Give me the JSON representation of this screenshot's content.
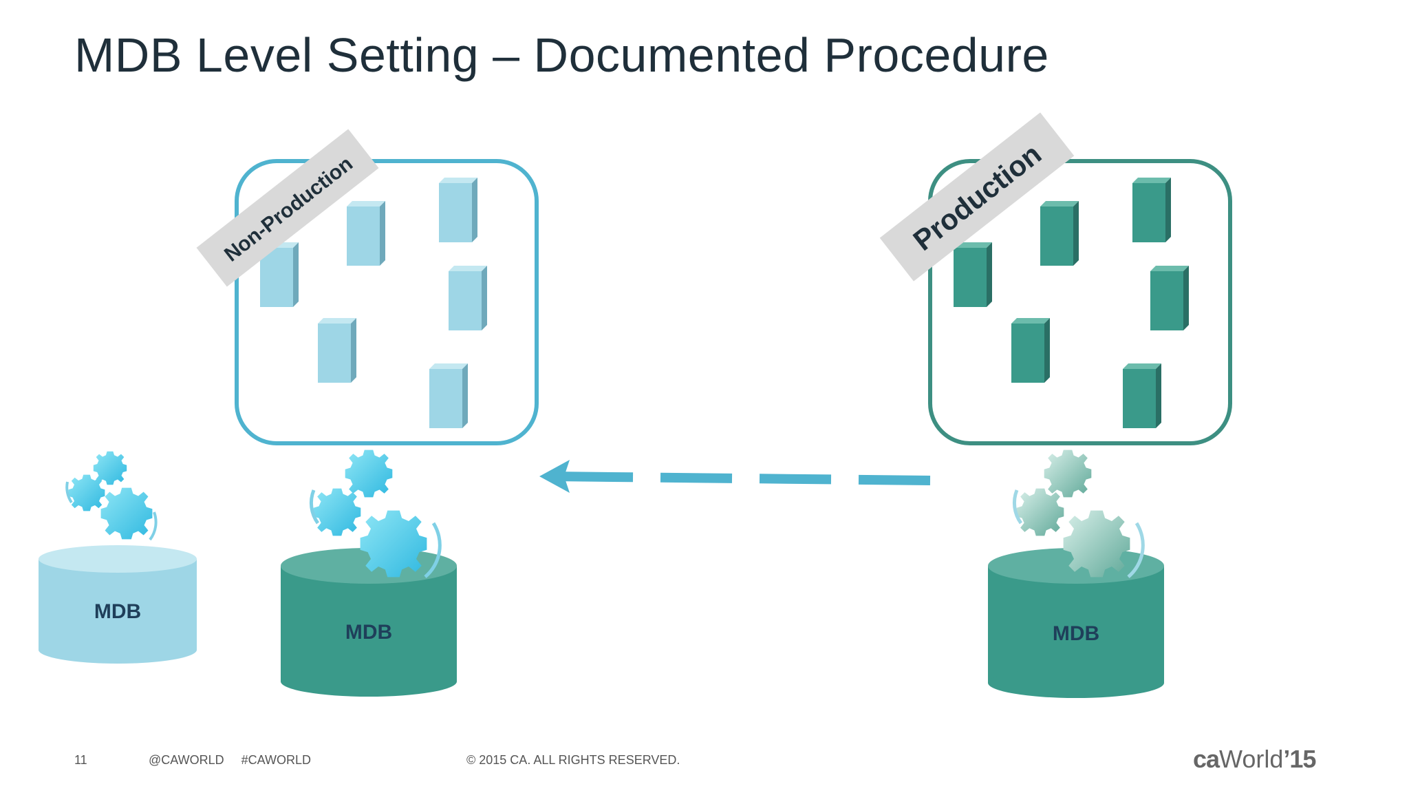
{
  "slide": {
    "title": "MDB Level Setting – Documented Procedure"
  },
  "diagram": {
    "non_production_label": "Non-Production",
    "production_label": "Production",
    "mdb_labels": [
      "MDB",
      "MDB",
      "MDB"
    ],
    "colors": {
      "light_blue": "#9fd6e6",
      "blue_border": "#4fb3cf",
      "teal": "#3a9a8a",
      "teal_border": "#3d8f82",
      "arrow": "#4fb3cf",
      "tag_bg": "#d9d9d9"
    }
  },
  "footer": {
    "page_number": "11",
    "social": "@CAWORLD     #CAWORLD",
    "copyright": "© 2015 CA. ALL RIGHTS RESERVED.",
    "logo_ca": "ca",
    "logo_world": "World",
    "logo_year": "’15"
  }
}
